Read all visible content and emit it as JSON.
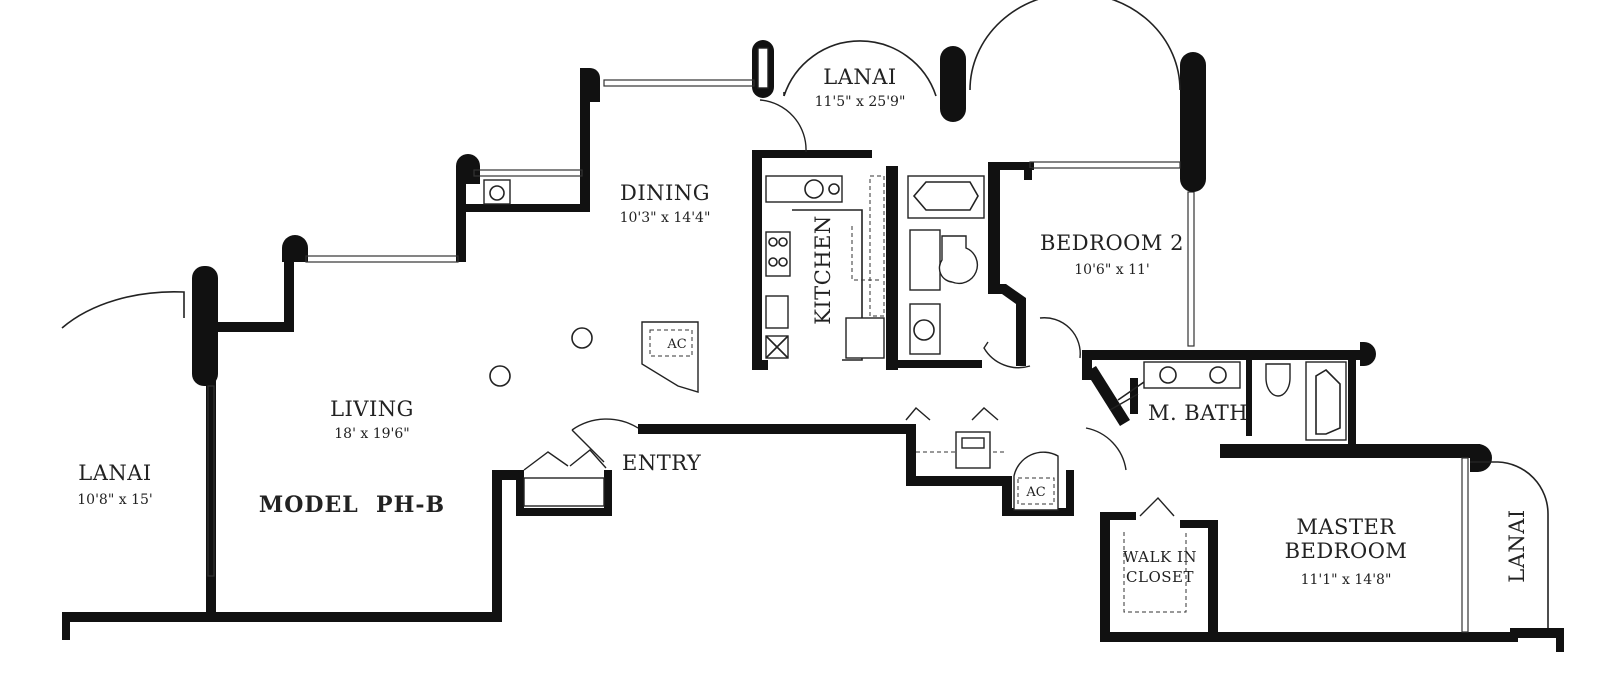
{
  "plan": {
    "model": "MODEL  PH-B",
    "rooms": {
      "lanai_top": {
        "name": "LANAI",
        "dims": "11'5\" x 25'9\""
      },
      "dining": {
        "name": "DINING",
        "dims": "10'3\" x 14'4\""
      },
      "kitchen": {
        "name": "KITCHEN"
      },
      "bedroom2": {
        "name": "BEDROOM 2",
        "dims": "10'6\" x 11'"
      },
      "living": {
        "name": "LIVING",
        "dims": "18' x 19'6\""
      },
      "lanai_left": {
        "name": "LANAI",
        "dims": "10'8\" x 15'"
      },
      "entry": {
        "name": "ENTRY"
      },
      "mbath": {
        "name": "M. BATH"
      },
      "master": {
        "name_line1": "MASTER",
        "name_line2": "BEDROOM",
        "dims": "11'1\" x 14'8\""
      },
      "closet": {
        "name_line1": "WALK IN",
        "name_line2": "CLOSET"
      },
      "lanai_right": {
        "name": "LANAI"
      },
      "ac1": {
        "name": "AC"
      },
      "ac2": {
        "name": "AC"
      }
    }
  }
}
